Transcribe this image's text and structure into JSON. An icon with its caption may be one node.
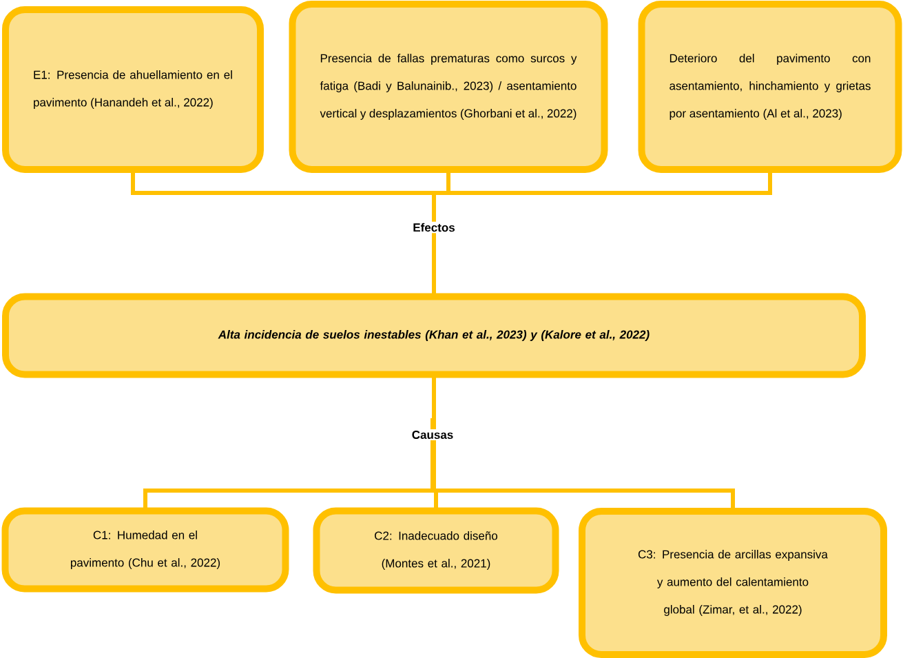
{
  "diagram": {
    "nodes": [
      {
        "text": [
          "E1: Presencia de ahuellamiento en el pavimento (Hanandeh et al., 2022)"
        ]
      },
      {
        "text": [
          "Presencia de fallas prematuras como surcos y fatiga (Badi y Balunainib., 2023) / asentamiento vertical y desplazamientos (Ghorbani et al., 2022)"
        ]
      },
      {
        "text": [
          "Deterioro del pavimento con asentamiento, hinchamiento y grietas por asentamiento (Al et al., 2023)"
        ]
      },
      {
        "text": [
          "Efectos"
        ]
      },
      {
        "text": [
          "Alta incidencia de suelos inestables (Khan et al., 2023) y (Kalore et al., 2022)"
        ]
      },
      {
        "text": [
          "Causas"
        ]
      },
      {
        "text": [
          "C1: Humedad en el pavimento (Chu et al., 2022)"
        ]
      },
      {
        "text": [
          "C2: Inadecuado diseño (Montes et al., 2021)"
        ]
      },
      {
        "text": [
          "C3: Presencia de arcillas expansiva y aumento del calentamiento global (Zimar, et al., 2022)"
        ]
      }
    ],
    "edges": [
      {
        "from": 0,
        "to": 3,
        "arrow": "none"
      },
      {
        "from": 1,
        "to": 3,
        "arrow": "none"
      },
      {
        "from": 2,
        "to": 3,
        "arrow": "none"
      },
      {
        "from": 3,
        "to": 4,
        "arrow": "none"
      },
      {
        "from": 4,
        "to": 5,
        "arrow": "none"
      },
      {
        "from": 5,
        "to": 6,
        "arrow": "none"
      },
      {
        "from": 5,
        "to": 7,
        "arrow": "none"
      },
      {
        "from": 5,
        "to": 8,
        "arrow": "none"
      }
    ]
  }
}
